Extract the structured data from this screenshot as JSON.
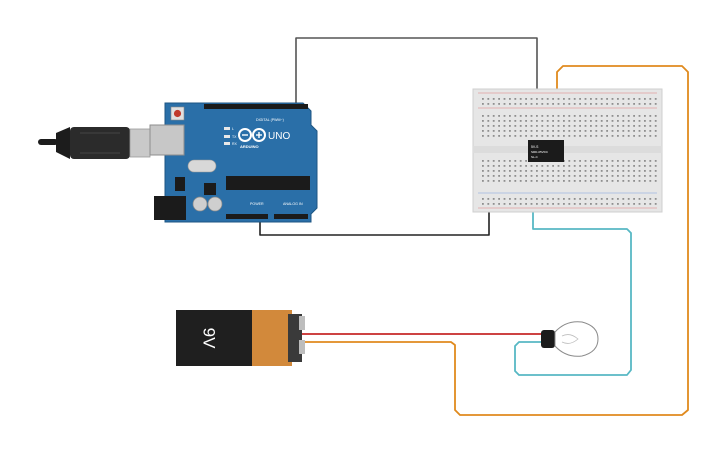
{
  "arduino": {
    "model_label": "UNO",
    "brand_label": "ARDUINO",
    "digital_header_label": "DIGITAL (PWM~)",
    "power_header_label": "POWER",
    "analog_header_label": "ANALOG IN",
    "led_labels": [
      "L",
      "TX",
      "RX"
    ],
    "brand_color": "#2a6fa8"
  },
  "battery": {
    "label": "9V",
    "body_color": "#1f1f1f",
    "band_color": "#d2893b"
  },
  "relay": {
    "text_lines": [
      "5V-S",
      "SRD-05VDC",
      "SL-C"
    ]
  },
  "wires": {
    "signal_color": "#555555",
    "ground_color": "#222222",
    "power_color": "#e08a1e",
    "load_color": "#57b8c4",
    "battery_pos_color": "#c62828"
  },
  "icons": {
    "usb_plug": "usb-plug-icon",
    "bulb": "light-bulb-icon",
    "arduino_logo": "arduino-infinity-icon"
  }
}
